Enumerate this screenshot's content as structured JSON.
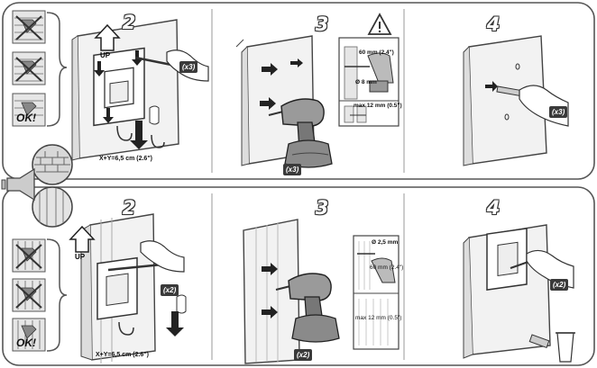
{
  "top": {
    "step2": "2",
    "step3": "3",
    "step4": "4",
    "up": "UP",
    "ok": "OK!",
    "dimension": "X+Y=6,5 cm (2.6\")",
    "screws_badge": "(x3)",
    "drill_badge": "(x3)",
    "insert_badge": "(x3)",
    "depth": "60 mm (2.4\")",
    "diameter": "Ø 8 mm",
    "max_gap": "max 12 mm (0.5\")"
  },
  "bottom": {
    "step2": "2",
    "step3": "3",
    "step4": "4",
    "up": "UP",
    "ok": "OK!",
    "dimension": "X+Y=6,5 cm (2.6\")",
    "pencil_badge": "(x2)",
    "drill_badge": "(x2)",
    "screw_badge": "(x2)",
    "diameter": "Ø 2,5 mm",
    "depth": "60 mm (2.4\")",
    "max_gap": "max 12 mm (0.5\")"
  },
  "colors": {
    "outline": "#3c3c3c",
    "wall": "#f4f4f4",
    "drill_body": "#9a9a9a",
    "dark_badge": "#3a3a3a",
    "warning_fill": "#ffffff"
  },
  "icons": [
    "warning-icon",
    "drill-icon",
    "pencil-icon",
    "hand-icon",
    "trash-bin-icon",
    "arrow-up-icon",
    "bracket-icon",
    "screw-icon"
  ]
}
